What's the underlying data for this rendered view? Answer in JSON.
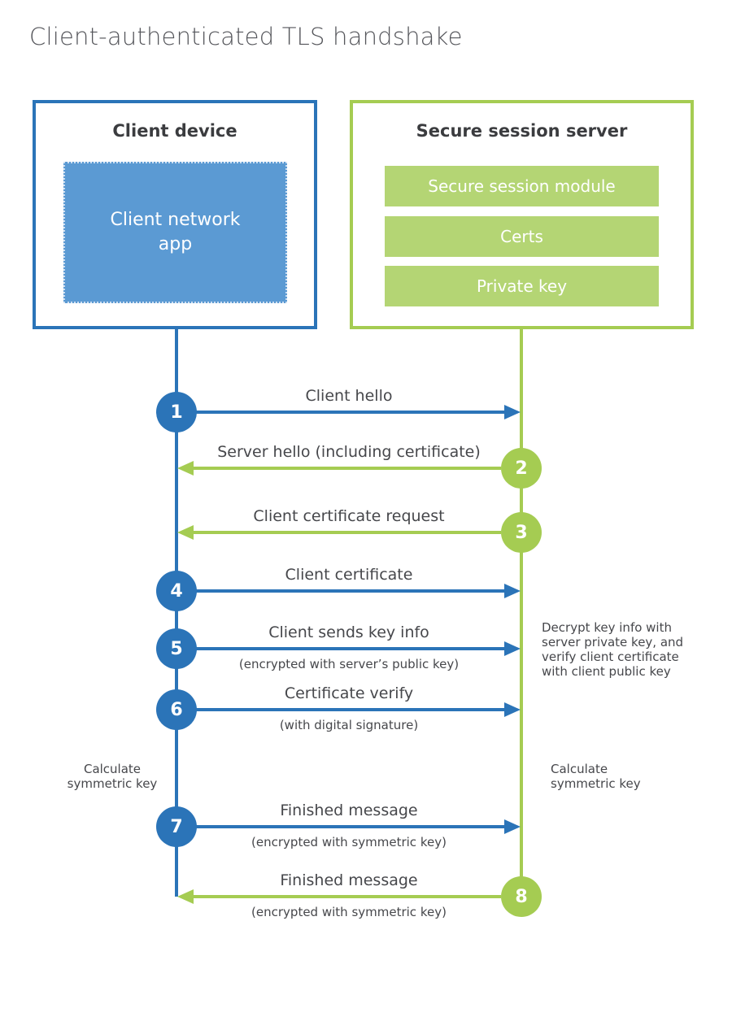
{
  "title": "Client-authenticated TLS handshake",
  "colors": {
    "blue": "#2b74b8",
    "blue_fill": "#5b9ad3",
    "green": "#a5cc52",
    "green_fill": "#b4d574",
    "title_gray": "#55565b",
    "text_dark": "#3b3c3f",
    "text_gray": "#46474b"
  },
  "client": {
    "title": "Client device",
    "app_label": "Client network app"
  },
  "server": {
    "title": "Secure session server",
    "modules": [
      "Secure session module",
      "Certs",
      "Private key"
    ]
  },
  "messages": [
    {
      "num": "1",
      "label": "Client hello",
      "sub": "",
      "from": "client",
      "to": "server"
    },
    {
      "num": "2",
      "label": "Server hello (including certificate)",
      "sub": "",
      "from": "server",
      "to": "client"
    },
    {
      "num": "3",
      "label": "Client certificate request",
      "sub": "",
      "from": "server",
      "to": "client"
    },
    {
      "num": "4",
      "label": "Client certificate",
      "sub": "",
      "from": "client",
      "to": "server"
    },
    {
      "num": "5",
      "label": "Client sends key info",
      "sub": "(encrypted with server’s public key)",
      "from": "client",
      "to": "server"
    },
    {
      "num": "6",
      "label": "Certificate verify",
      "sub": "(with digital signature)",
      "from": "client",
      "to": "server"
    },
    {
      "num": "7",
      "label": "Finished message",
      "sub": "(encrypted with symmetric key)",
      "from": "client",
      "to": "server"
    },
    {
      "num": "8",
      "label": "Finished message",
      "sub": "(encrypted with symmetric key)",
      "from": "server",
      "to": "client"
    }
  ],
  "notes": {
    "decrypt": "Decrypt key info with server private key, and verify client certificate with client public key",
    "calc_left": "Calculate symmetric key",
    "calc_right": "Calculate symmetric key"
  }
}
